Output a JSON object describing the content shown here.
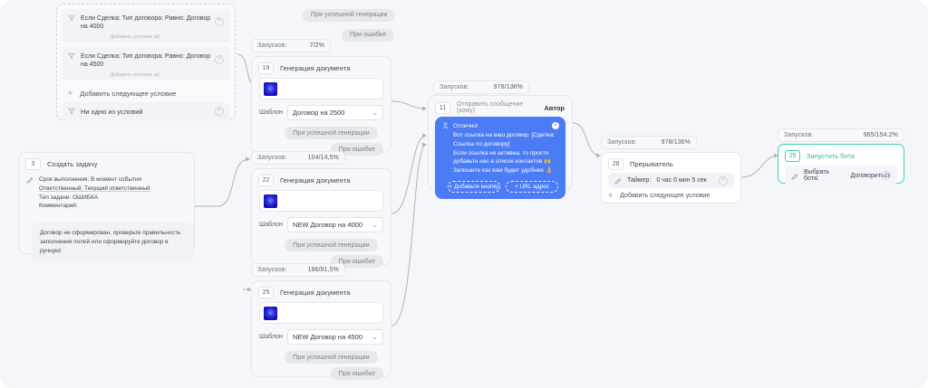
{
  "canvas": {
    "background": "#f5f6f9",
    "accent_blue": "#4b7bf5",
    "accent_green": "#3ecfae",
    "wire_color": "#b0b3c0"
  },
  "condition_group": {
    "conditions": [
      {
        "text": "Если Сделка: Тип договора: Равно: Договор на 4000",
        "add_label": "Добавить условие (и)",
        "close": "×",
        "icon": "funnel-icon"
      },
      {
        "text": "Если Сделка: Тип договора: Равно: Договор на 4500",
        "add_label": "Добавить условие (и)",
        "close": "×",
        "icon": "funnel-icon"
      }
    ],
    "add_next": {
      "plus": "+",
      "label": "Добавить следующее условие"
    },
    "none_of": {
      "label": "Ни одно из условий",
      "close": "×",
      "icon": "funnel-icon"
    }
  },
  "top_pills": {
    "success": "При успешной генерации",
    "error": "При ошибке"
  },
  "task_node": {
    "id": "3",
    "title": "Создать задачу",
    "icon": "pencil-icon",
    "lines": [
      "Срок выполнения: В момент события",
      "Ответственный: Текущий ответственный",
      "Тип задачи: ОШИБКА",
      "Комментарий:"
    ],
    "comment": "Договор не сформирован, проверьте правильность заполнения полей или сформируйте договор в ручную!"
  },
  "doc_nodes": [
    {
      "stat_label": "Запусков:",
      "stat_value": "7/2%",
      "id": "19",
      "title": "Генерация документа",
      "thumb": "document-thumbnail",
      "template_label": "Шаблон",
      "template_value": "Договор на 2500",
      "chevron": "⌄",
      "pill_success": "При успешной генерации",
      "pill_error": "При ошибке"
    },
    {
      "stat_label": "Запусков:",
      "stat_value": "104/14,5%",
      "id": "22",
      "title": "Генерация документа",
      "thumb": "document-thumbnail",
      "template_label": "Шаблон",
      "template_value": "NEW Договор на 4000",
      "chevron": "⌄",
      "pill_success": "При успешной генерации",
      "pill_error": "При ошибке"
    },
    {
      "stat_label": "Запусков:",
      "stat_value": "186/81,5%",
      "id": "25",
      "title": "Генерация документа",
      "thumb": "document-thumbnail",
      "template_label": "Шаблон",
      "template_value": "NEW Договор на 4500",
      "chevron": "⌄",
      "pill_success": "При успешной генерации",
      "pill_error": "При ошибке"
    }
  ],
  "message_node": {
    "stat_label": "Запусков:",
    "stat_value": "978/136%",
    "id": "11",
    "title": "Отправить сообщение (кому)",
    "recipient": "Автор",
    "bubble": {
      "icon": "person-icon",
      "close": "×",
      "greeting": "Отлично!",
      "lines": [
        "Вот ссылка на ваш договор: [Сделка:",
        "Ссылка по договору]",
        "Если ссылка не активна, то просто",
        "добавьте нас в список контактов 🙌",
        "Запишите как вам будет удобнее 👌"
      ],
      "btn_add": "+ Добавьте кнопку",
      "btn_url": "+ URL адрес"
    }
  },
  "interrupter_node": {
    "stat_label": "Запусков:",
    "stat_value": "978/136%",
    "id": "28",
    "title": "Прерыватель",
    "timer": {
      "icon": "pencil-icon",
      "label": "Таймер:",
      "value": "0 час 0 мин 5 сек",
      "close": "×"
    },
    "add_next": {
      "plus": "+",
      "label": "Добавить следующее условие"
    }
  },
  "bot_node": {
    "stat_label": "Запусков:",
    "stat_value": "965/154.2%",
    "id": "29",
    "title": "Запустить бота",
    "row": {
      "icon": "pencil-icon",
      "label": "Выбрать бота:",
      "value": "Договориться",
      "close": "×"
    }
  }
}
